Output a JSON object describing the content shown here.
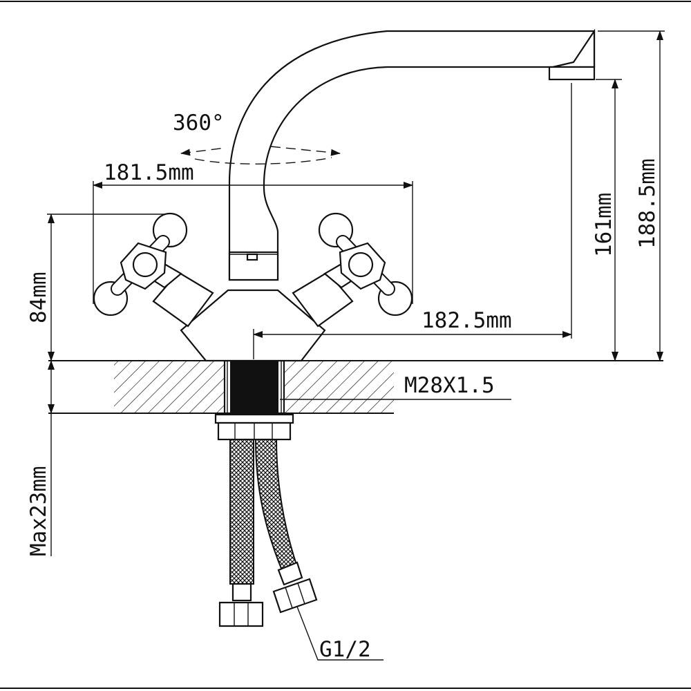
{
  "rotation_label": "360°",
  "dimensions": {
    "handle_span": "181.5mm",
    "spout_reach": "182.5mm",
    "handle_height": "84mm",
    "spout_clearance": "161mm",
    "overall_height": "188.5mm",
    "max_counter_thickness": "Max23mm"
  },
  "thread_label": "M28X1.5",
  "connector_label": "G1/2"
}
